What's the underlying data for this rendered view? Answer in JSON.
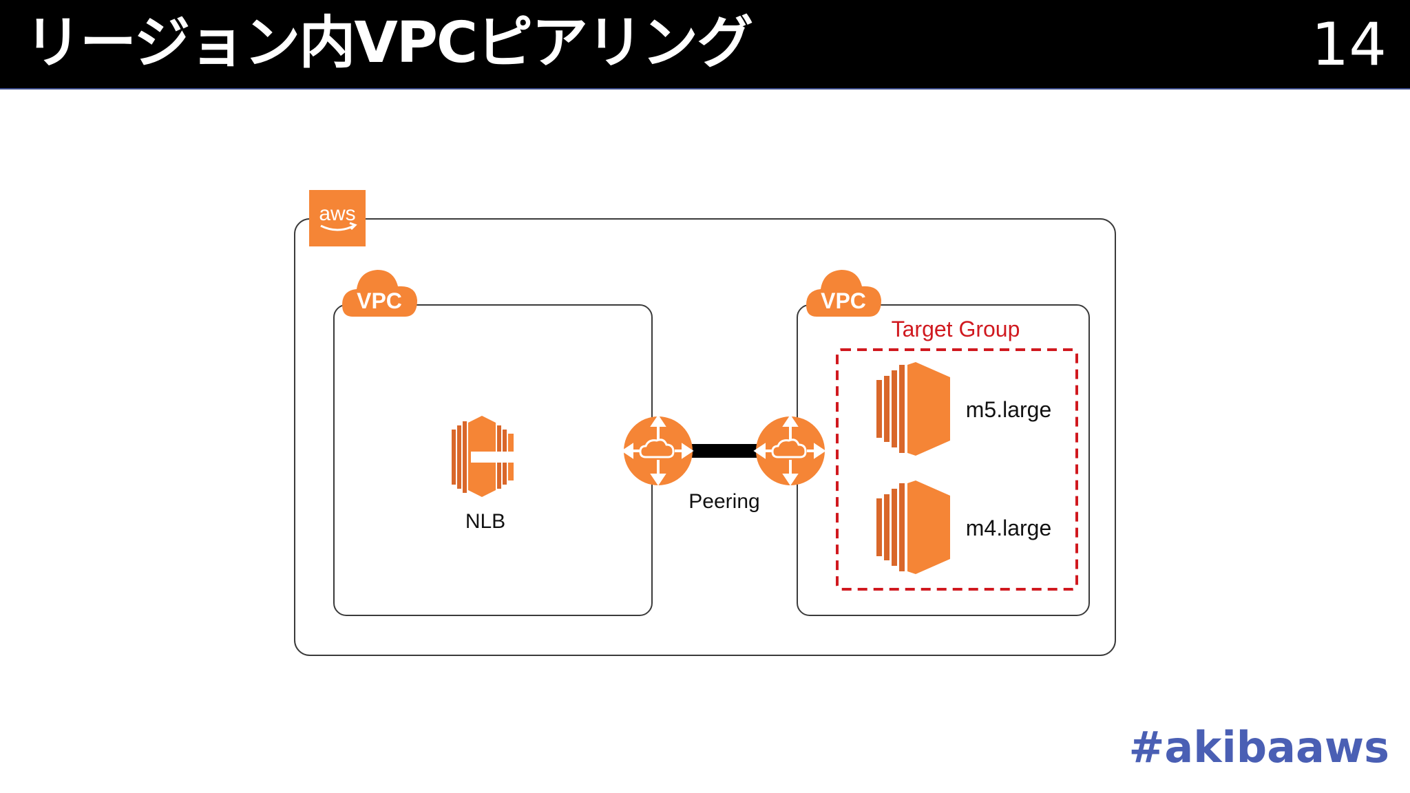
{
  "slide": {
    "title": "リージョン内VPCピアリング",
    "page_number": "14",
    "hashtag": "#akibaaws"
  },
  "diagram": {
    "aws_badge": "aws",
    "vpc_left": {
      "badge": "VPC",
      "resource_label": "NLB"
    },
    "vpc_right": {
      "badge": "VPC",
      "target_group_label": "Target Group",
      "instances": [
        "m5.large",
        "m4.large"
      ]
    },
    "peering_label": "Peering",
    "colors": {
      "aws_orange": "#F58536",
      "aws_orange_dark": "#D9672A",
      "target_group_red": "#D0191F",
      "hashtag_blue": "#4A5FB4"
    },
    "icons": [
      "aws-logo-icon",
      "vpc-cloud-icon",
      "load-balancer-icon",
      "vpc-router-icon",
      "ec2-instance-icon"
    ]
  }
}
